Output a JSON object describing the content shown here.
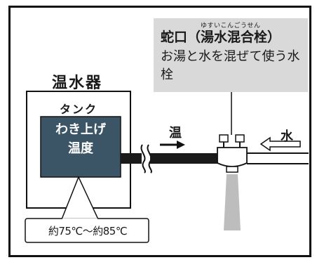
{
  "faucet": {
    "ruby": "ゆすいこんごうせん",
    "title": "蛇口（湯水混合栓）",
    "description": "お湯と水を混ぜて使う水栓"
  },
  "heater": {
    "title": "温水器",
    "tank_label": "タンク",
    "boil_temp_label_line1": "わき上げ",
    "boil_temp_label_line2": "温度",
    "temp_range": "約75℃～約85℃"
  },
  "flows": {
    "hot": "温",
    "cold": "水"
  },
  "colors": {
    "tank_fill": "#3c5566",
    "label_box": "#d9d9d9",
    "pipe": "#1a1a1a"
  },
  "icons": [
    "right-arrow-icon",
    "left-arrow-icon",
    "faucet-icon",
    "pipe-break-icon"
  ]
}
